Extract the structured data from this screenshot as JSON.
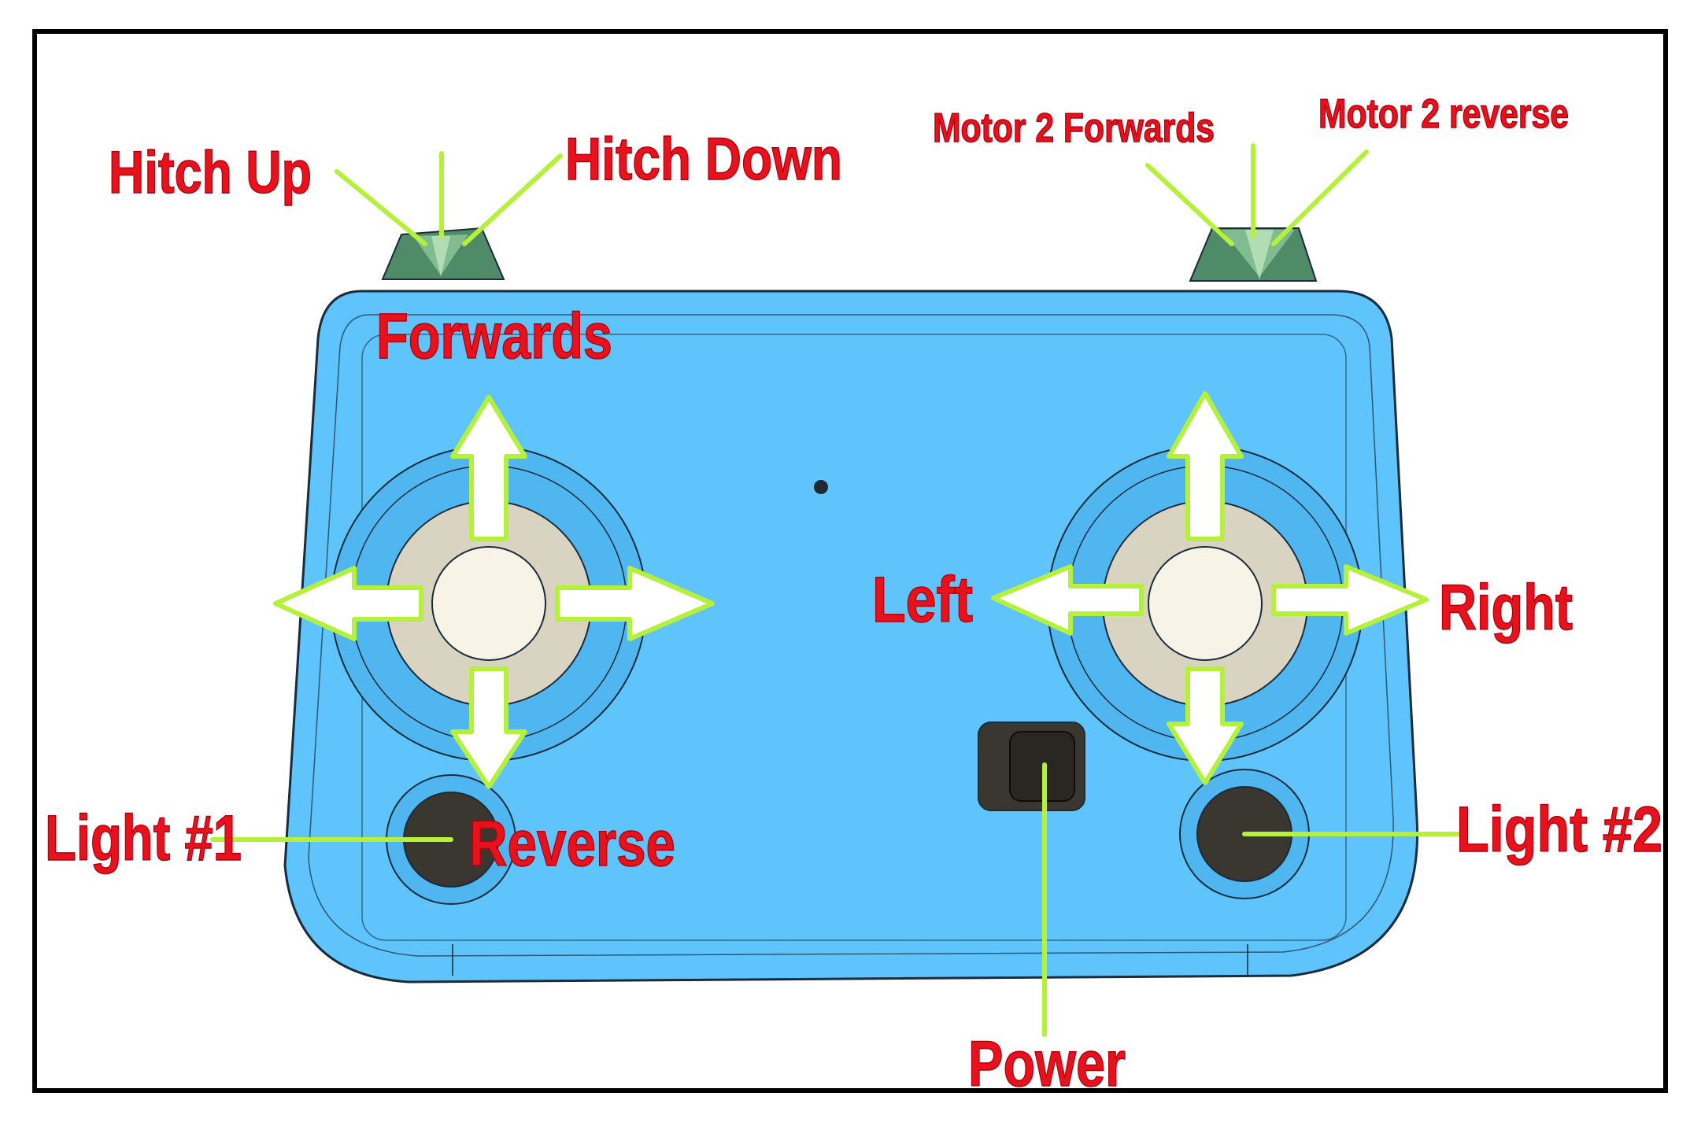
{
  "labels": {
    "hitch_up": "Hitch Up",
    "hitch_down": "Hitch Down",
    "motor2_forwards": "Motor 2 Forwards",
    "motor2_reverse": "Motor 2 reverse",
    "forwards": "Forwards",
    "left": "Left",
    "right": "Right",
    "reverse": "Reverse",
    "light1": "Light #1",
    "light2": "Light #2",
    "power": "Power"
  },
  "colors": {
    "body": "#5ec4fb",
    "body_dark": "#3fa9e6",
    "outline": "#1a2b3a",
    "label": "#e8121c",
    "pointer": "#b5f03a",
    "arrow_fill": "#ffffff",
    "stick": "#f7f3e6",
    "stick_base": "#d9d3c2",
    "button": "#3a3630",
    "thumbwheel": "#4e8b66"
  },
  "icons": {
    "joystick": "joystick-icon",
    "arrow": "arrow-icon",
    "button": "push-button-icon",
    "switch": "power-switch-icon"
  }
}
